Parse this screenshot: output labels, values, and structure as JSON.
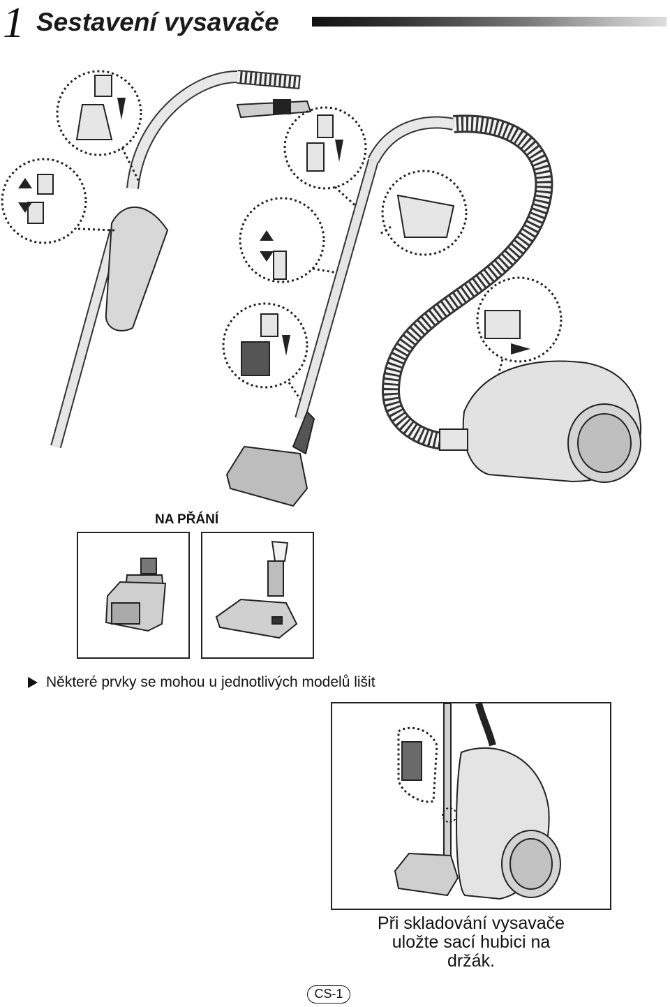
{
  "header": {
    "chapter_number": "1",
    "title": "Sestavení vysavače"
  },
  "optional_section": {
    "label": "NA PŘÁNÍ"
  },
  "note": {
    "marker_icon": "triangle-bullet-icon",
    "text": "Některé prvky se mohou u jednotlivých modelů lišit"
  },
  "storage": {
    "caption_lines": [
      "Při skladování vysavače",
      "uložte sací hubici na",
      "držák."
    ]
  },
  "footer": {
    "page_number": "CS-1"
  }
}
